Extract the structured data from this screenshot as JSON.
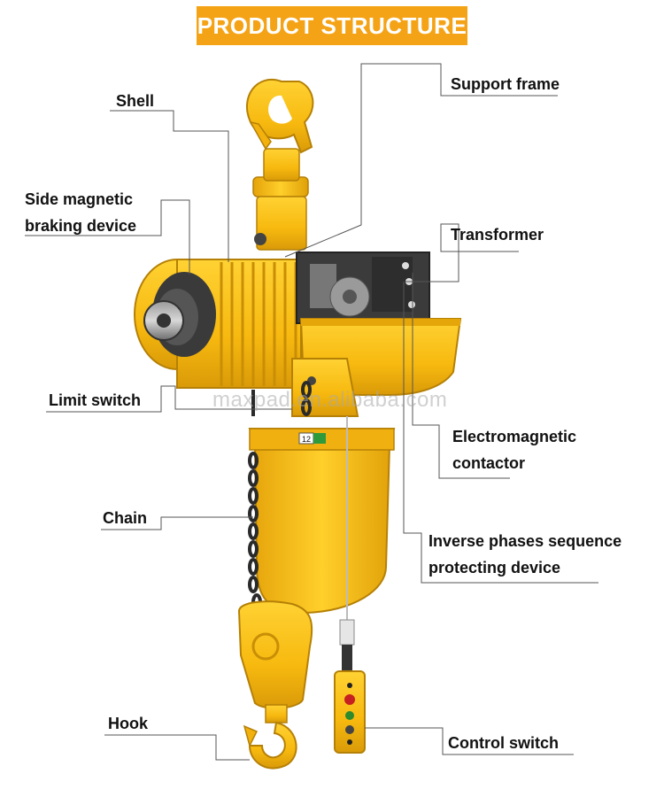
{
  "title": "PRODUCT STRUCTURE",
  "watermark": "maxpad.en.alibaba.com",
  "tag_number": "12",
  "labels": {
    "shell": "Shell",
    "side_brake_1": "Side magnetic",
    "side_brake_2": "braking device",
    "limit_switch": "Limit switch",
    "chain": "Chain",
    "hook": "Hook",
    "support_frame": "Support frame",
    "transformer": "Transformer",
    "contactor_1": "Electromagnetic",
    "contactor_2": "contactor",
    "inverse_1": "Inverse phases sequence",
    "inverse_2": "protecting device",
    "control_switch": "Control switch"
  },
  "colors": {
    "banner": "#f5a316",
    "body_yellow": "#f7b90f",
    "shade_yellow": "#d99a08",
    "dark": "#2a2a2a",
    "leader": "#555555"
  }
}
